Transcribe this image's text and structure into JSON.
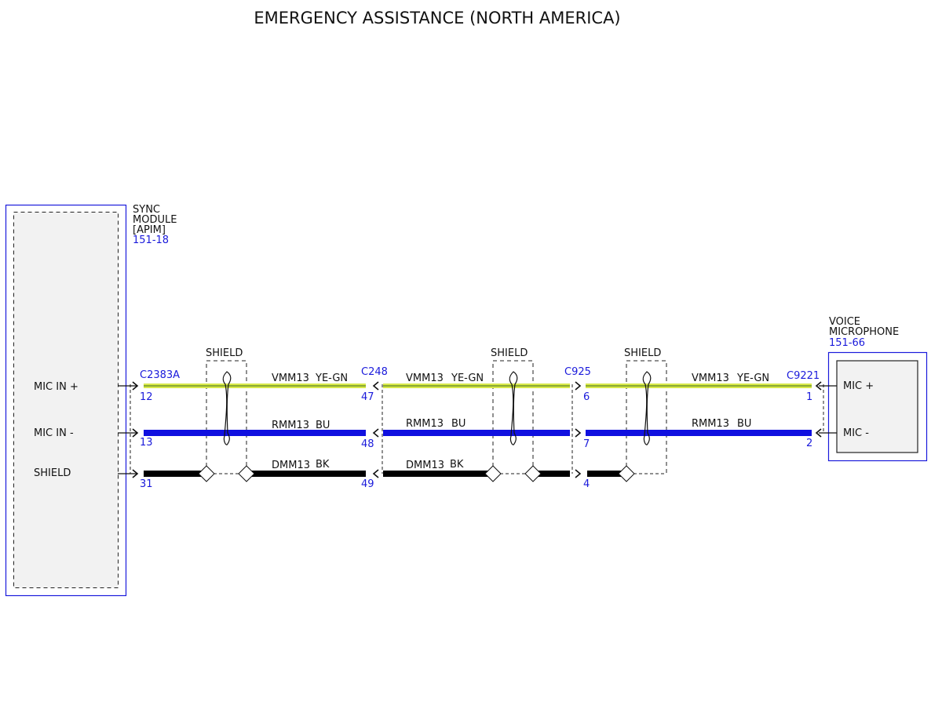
{
  "title": "EMERGENCY ASSISTANCE (NORTH AMERICA)",
  "colors": {
    "module_border": "#1a1adb",
    "connector_text": "#1a1adb",
    "wire_ye_gn": "#d8e84a",
    "wire_ye_gn_core": "#3c6a1a",
    "wire_bu": "#1010e0",
    "wire_bk": "#000000",
    "module_fill": "#f2f2f2"
  },
  "sync_module": {
    "name_line1": "SYNC",
    "name_line2": "MODULE",
    "name_line3": "[APIM]",
    "ref": "151-18",
    "pins": [
      "MIC IN +",
      "MIC IN -",
      "SHIELD"
    ]
  },
  "voice_mic": {
    "name_line1": "VOICE",
    "name_line2": "MICROPHONE",
    "ref": "151-66",
    "pins": [
      "MIC +",
      "MIC -"
    ]
  },
  "connectors": {
    "c2383a": {
      "name": "C2383A",
      "pins": [
        "12",
        "13",
        "31"
      ]
    },
    "c248": {
      "name": "C248",
      "pins": [
        "47",
        "48",
        "49"
      ]
    },
    "c925": {
      "name": "C925",
      "pins": [
        "6",
        "7",
        "4"
      ]
    },
    "c9221": {
      "name": "C9221",
      "pins": [
        "1",
        "2"
      ]
    }
  },
  "shield_label": "SHIELD",
  "wires": {
    "vmm13": {
      "circuit": "VMM13",
      "color": "YE-GN"
    },
    "rmm13": {
      "circuit": "RMM13",
      "color": "BU"
    },
    "dmm13": {
      "circuit": "DMM13",
      "color": "BK"
    }
  }
}
